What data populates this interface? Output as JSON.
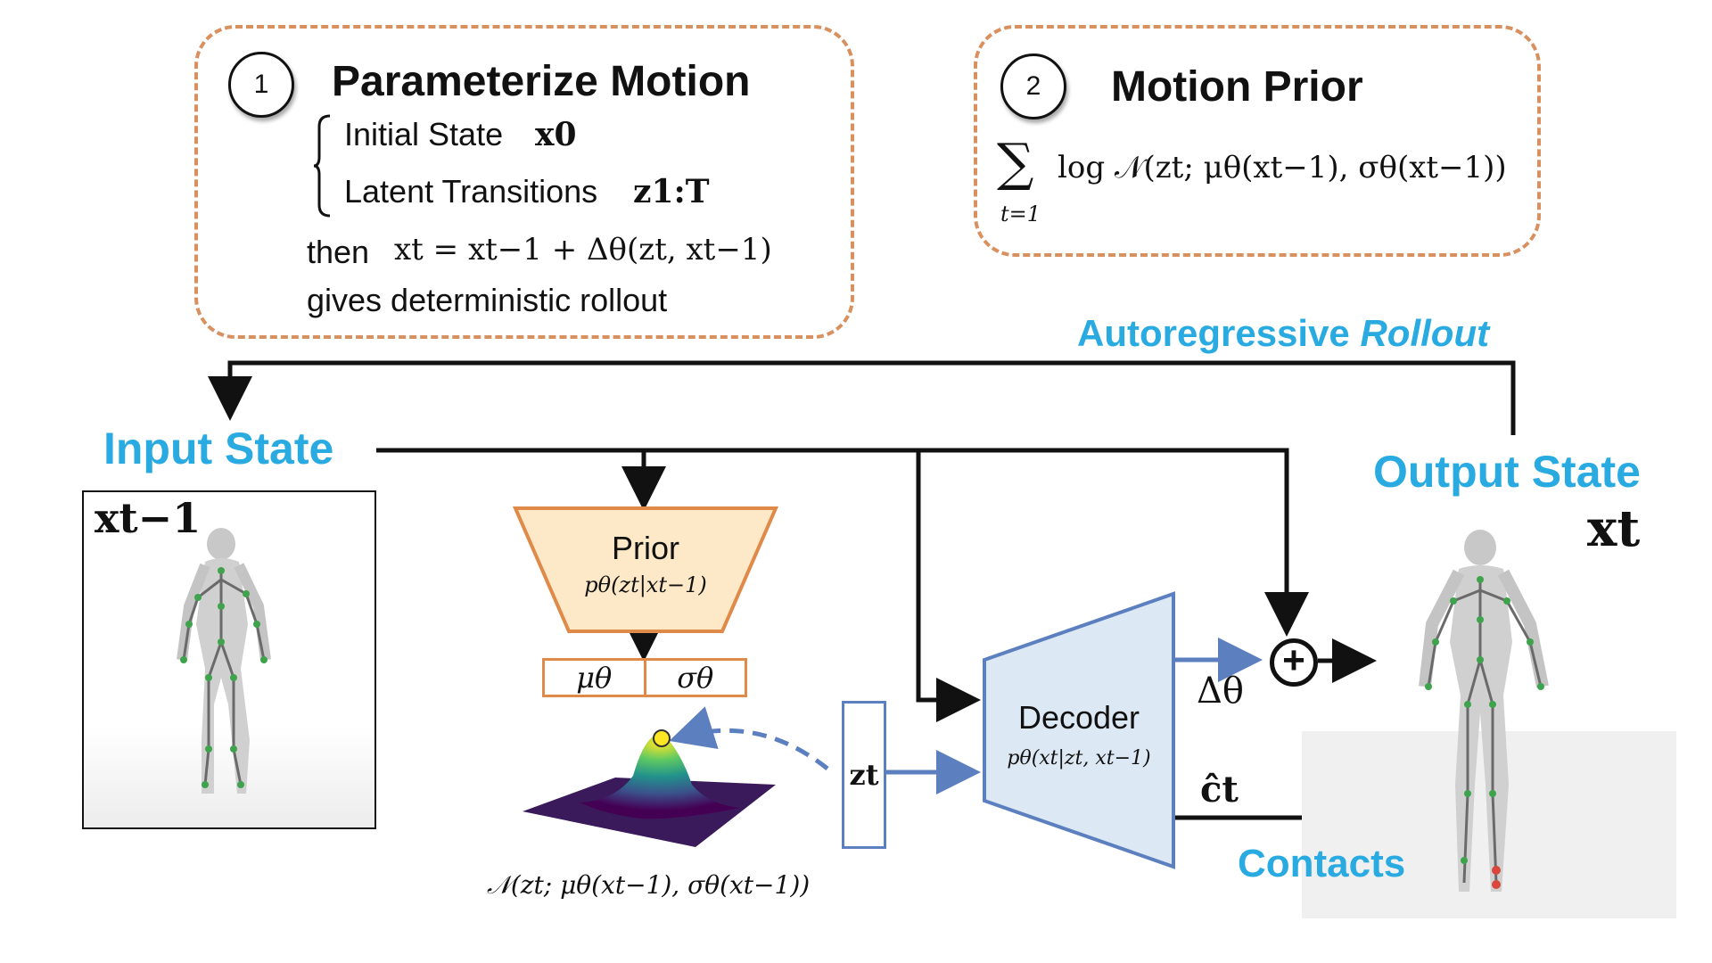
{
  "panel1": {
    "number": "1",
    "title": "Parameterize Motion",
    "initial_state_label": "Initial State",
    "initial_state_symbol": "x0",
    "latent_label": "Latent Transitions",
    "latent_symbol": "z1:T",
    "then_label": "then",
    "update_equation": "xt = xt−1 + Δθ(zt, xt−1)",
    "rollout_label": "gives deterministic rollout"
  },
  "panel2": {
    "number": "2",
    "title": "Motion Prior",
    "sum_symbol": "∑",
    "sum_index": "t=1",
    "log_likelihood": "log 𝒩(zt; μθ(xt−1), σθ(xt−1))"
  },
  "labels": {
    "autoregressive_prefix": "Autoregressive ",
    "autoregressive_rollout": "Rollout",
    "input_state": "Input State",
    "output_state": "Output State",
    "contacts": "Contacts"
  },
  "symbols": {
    "x_prev": "xt−1",
    "x_t": "xt",
    "z_t": "zt",
    "delta_theta": "Δθ",
    "c_hat": "ĉt",
    "plus": "+"
  },
  "prior_block": {
    "title": "Prior",
    "formula": "pθ(zt|xt−1)",
    "mu": "μθ",
    "sigma": "σθ"
  },
  "decoder_block": {
    "title": "Decoder",
    "formula": "pθ(xt|zt, xt−1)"
  },
  "gaussian_caption": "𝒩(zt; μθ(xt−1), σθ(xt−1))",
  "colors": {
    "accent_blue": "#29abe2",
    "dashed_border": "#d9905f",
    "prior_fill": "#fde9c7",
    "prior_border": "#e08a4a",
    "decoder_fill": "#dce8f4",
    "decoder_border": "#5b7fbf",
    "arrow_blue": "#5b7fbf"
  }
}
